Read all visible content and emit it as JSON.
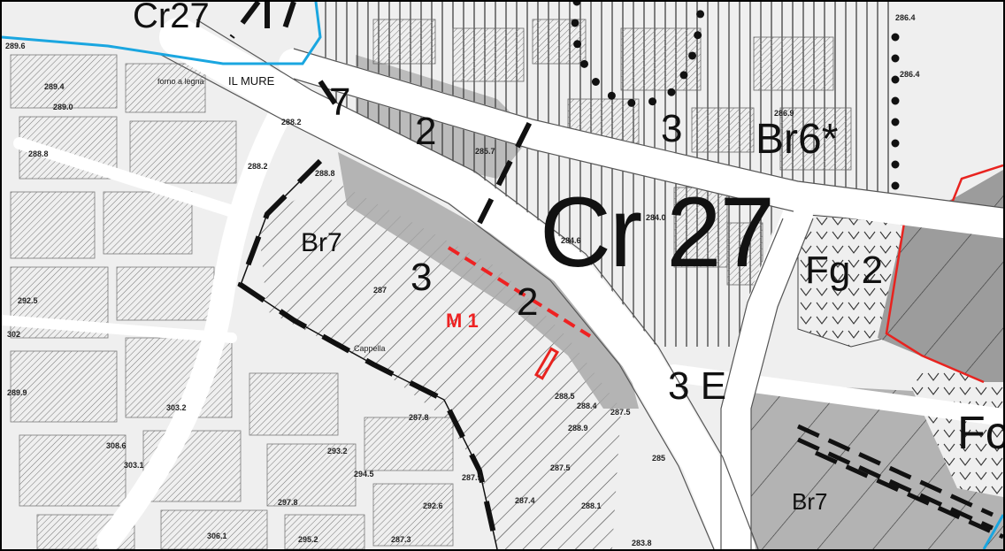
{
  "colors": {
    "road": "#ffffff",
    "block": "#c9c9c9",
    "block_dark": "#8f8f8f",
    "hatch": "#555555",
    "zone_grey": "#b2b2b2",
    "zone_dark": "#9a9a9a",
    "boundary_red": "#e8231f",
    "boundary_cyan": "#1aa6e0",
    "dash_red": "#ee2222",
    "ink": "#111111"
  },
  "zones": {
    "cr27_main": "Cr 27",
    "cr27_top": "Cr27",
    "br6": "Br6*",
    "br7_left": "Br7",
    "br7_bottom": "Br7",
    "fg2": "Fg 2",
    "fc": "Fc",
    "e3": "3 E",
    "n2_top": "2",
    "n3_top": "3",
    "n7": "7",
    "n3_mid": "3",
    "n2_mid": "2"
  },
  "annotation": {
    "m1": "M 1"
  },
  "streets": {
    "il_mure": "IL MURE"
  },
  "places": {
    "cappella": "Cappella",
    "forno": "forno a legna"
  },
  "elevations": [
    "289.6",
    "289.4",
    "289.0",
    "288.8",
    "288.2",
    "288.8",
    "285.7",
    "284.0",
    "284.6",
    "286.9",
    "286.4",
    "286.4",
    "287",
    "292.5",
    "287.8",
    "288.5",
    "288.4",
    "288.9",
    "287.5",
    "287.9",
    "287.4",
    "288.1",
    "287.5",
    "285",
    "283.8",
    "292.6",
    "294.5",
    "293.2",
    "303.2",
    "297.8",
    "295.2",
    "287.3",
    "308.6",
    "303.1",
    "306.1",
    "289.9",
    "302",
    "288.2"
  ]
}
